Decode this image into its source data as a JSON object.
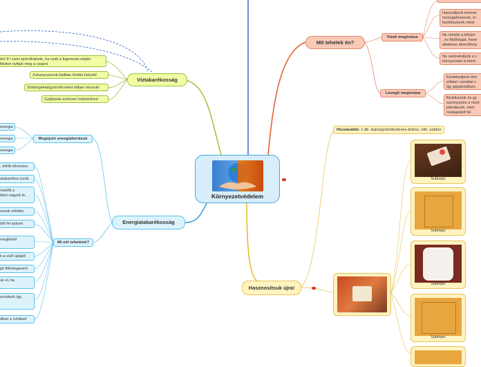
{
  "central": {
    "title": "Környezetvédelem"
  },
  "branches": {
    "viz": {
      "title": "Víztakarékosság",
      "items": [
        "ént 9 l vizet spórolhatunk, ha csak a fogmosás elején\nltéskor nyitjuk meg a csapot.",
        "Zuhanyozzunk kádban fürdés helyett!",
        "Zöldségeket/gyümölcsöket tálban mossuk!",
        "Gyűjtsünk esővizet öntözéshez!"
      ]
    },
    "energia": {
      "title": "Energiatakarékosság",
      "megujulo": {
        "title": "Megújuló energiaforrások",
        "items": [
          "energia",
          "energia",
          "energia"
        ]
      },
      "mimit": {
        "title": "Mi mit tehetünk?",
        "items": [
          ", töltők kihúzása",
          "atakarékos izzók",
          "mielőtt a\nbbet vagyok le,",
          "zosok sötétbe",
          "ből fel tudunk",
          "megfelelő",
          "k a sütő ajtaját!",
          "ját fölöslegesen!",
          "uk el, ha",
          "sználunk így,",
          "dban a ruhákat!"
        ]
      }
    },
    "mit": {
      "title": "Mit tehetek én?",
      "vizek": {
        "title": "Vizek megóvása",
        "items": [
          "Használjunk kevese\nmosogatószerek, m\ntisztítószerek mind",
          "Ne öntsük a lefolyó\n, és főzőolajat, hane\nalkalmas átvevőhely",
          "Ne szemeteljünk a v\nkörnyezetet is kímé"
        ]
      },
      "levego": {
        "title": "Levegő megóvása",
        "items": [
          "Közlekedjünk töm\nzökkel: vonattal v\nÍgy gépjárműben,",
          "Biciklizzünk és gy\nszennyezés a növé\njelentkezik, mert\nmelegedett fel."
        ]
      }
    },
    "hasznositsuk": {
      "title": "Hasznosítsuk újra!",
      "hozzavalok_label": "Hozzávalók:",
      "hozzavalok_text": " 1 db. tejes/gyümölcsleves doboz, olló, sablon",
      "subtopics": [
        "Subtopic",
        "Subtopic",
        "Subtopic",
        "Subtopic"
      ]
    }
  }
}
